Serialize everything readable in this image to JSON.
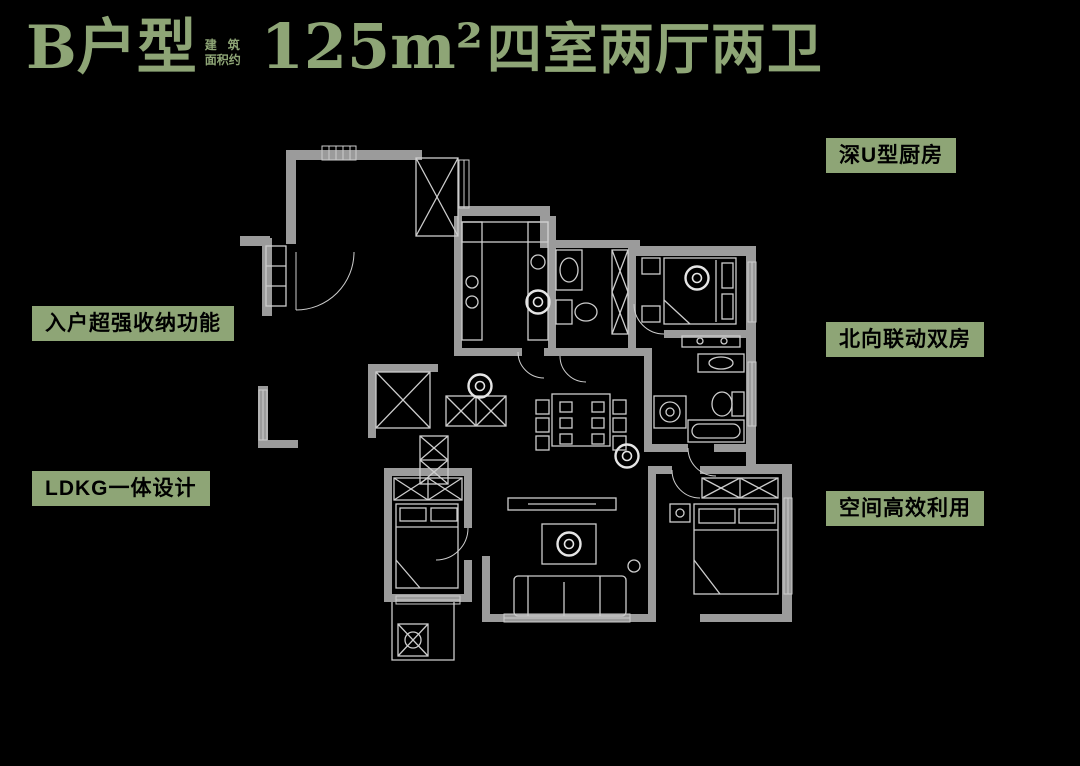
{
  "theme": {
    "background": "#000000",
    "accent_green": "#8ea576",
    "badge_text": "#000000",
    "wall_gray": "#9b9b9b",
    "line_gray": "#cdcdcd"
  },
  "header": {
    "type_label": "B户型",
    "area_note_line1": "建筑",
    "area_note_line2": "面积约",
    "area_value": "125m²",
    "rooms_label": "四室两厅两卫"
  },
  "callouts": [
    {
      "id": "deep-u-kitchen",
      "label": "深U型厨房",
      "position": "top-right"
    },
    {
      "id": "entry-storage",
      "label": "入户超强收纳功能",
      "position": "left-middle"
    },
    {
      "id": "north-linked-rooms",
      "label": "北向联动双房",
      "position": "right-middle"
    },
    {
      "id": "ldkg-design",
      "label": "LDKG一体设计",
      "position": "left-lower"
    },
    {
      "id": "space-efficiency",
      "label": "空间高效利用",
      "position": "right-lower"
    }
  ],
  "floor_plan": {
    "symbols": [
      "wall",
      "window",
      "door-arc",
      "ceiling-ring",
      "bed",
      "pillow",
      "wardrobe-x-box",
      "shaft-x-box",
      "dining-table",
      "chair",
      "sofa",
      "coffee-table",
      "tv-console",
      "kitchen-counter",
      "sink",
      "stove",
      "toilet",
      "bathtub",
      "washing-machine",
      "balcony-rail"
    ]
  }
}
